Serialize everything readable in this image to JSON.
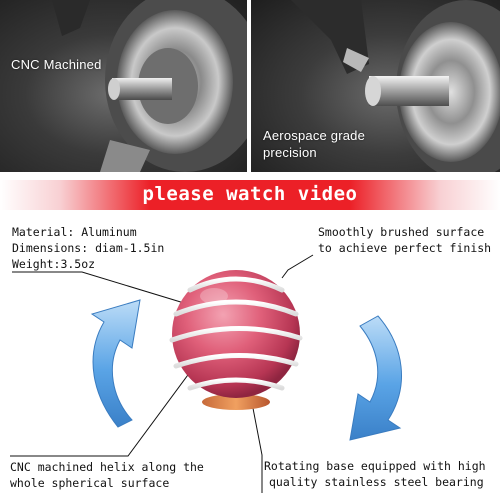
{
  "photos": {
    "left_caption": "CNC Machined",
    "right_caption_line1": "Aerospace grade",
    "right_caption_line2": "precision"
  },
  "banner": {
    "text": "please watch video"
  },
  "specs": {
    "material": "Material: Aluminum",
    "dimensions": "Dimensions: diam-1.5in",
    "weight": "Weight:3.5oz"
  },
  "callouts": {
    "surface_line1": "Smoothly brushed surface",
    "surface_line2": "to achieve perfect finish",
    "helix_line1": "CNC machined helix along the",
    "helix_line2": "whole spherical surface",
    "bearing_line1": "Rotating base equipped with high",
    "bearing_line2": "quality stainless steel bearing"
  },
  "colors": {
    "banner_red": "#ec2027",
    "ball_pink": "#e0607a",
    "arrow_blue": "#5aa4e6"
  },
  "icons": [
    "rotate-arrow-left-icon",
    "rotate-arrow-right-icon",
    "desk-toy-ball"
  ]
}
